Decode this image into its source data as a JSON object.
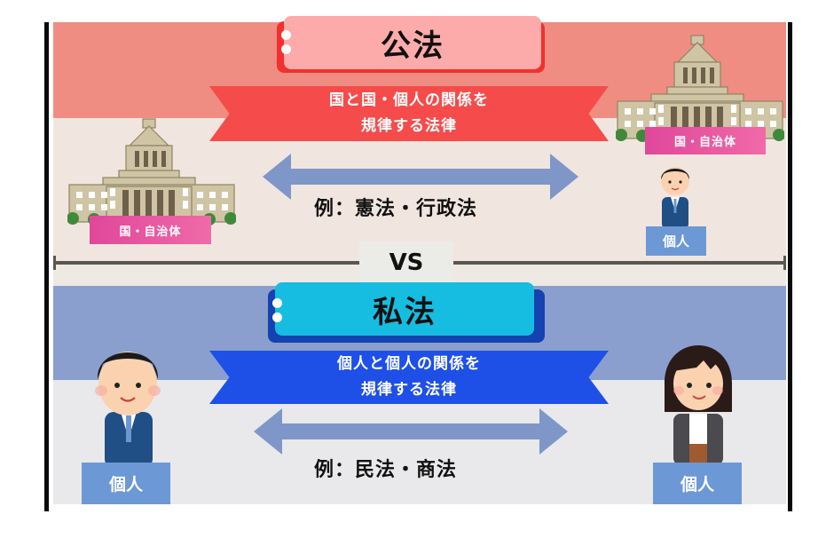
{
  "public_law": {
    "title": "公法",
    "description_line1": "国と国・個人の関係を",
    "description_line2": "規律する法律",
    "example": "例：憲法・行政法",
    "left_party_label": "国・自治体",
    "right_party_top_label": "国・自治体",
    "right_party_bottom_label": "個人"
  },
  "divider": {
    "label": "VS"
  },
  "private_law": {
    "title": "私法",
    "description_line1": "個人と個人の関係を",
    "description_line2": "規律する法律",
    "example": "例：民法・商法",
    "left_party_label": "個人",
    "right_party_label": "個人"
  },
  "icons": {
    "government_building": "parliament-building-icon",
    "person_male": "businessman-icon",
    "person_female": "businesswoman-icon",
    "relationship_arrow": "double-arrow-icon"
  },
  "colors": {
    "public_band": "#f08d83",
    "public_bg": "#f1e6df",
    "public_ribbon": "#f64b4b",
    "public_title_bg": "#fdaaaa",
    "public_title_shadow": "#f42f2f",
    "private_band": "#8a9fcd",
    "private_bg": "#e9e9eb",
    "private_ribbon": "#1e50e8",
    "private_title_bg": "#16bde1",
    "private_title_shadow": "#1442b0",
    "gov_tag": "#e0479a",
    "person_tag": "#6d98d6",
    "arrow": "#7f96c8"
  }
}
